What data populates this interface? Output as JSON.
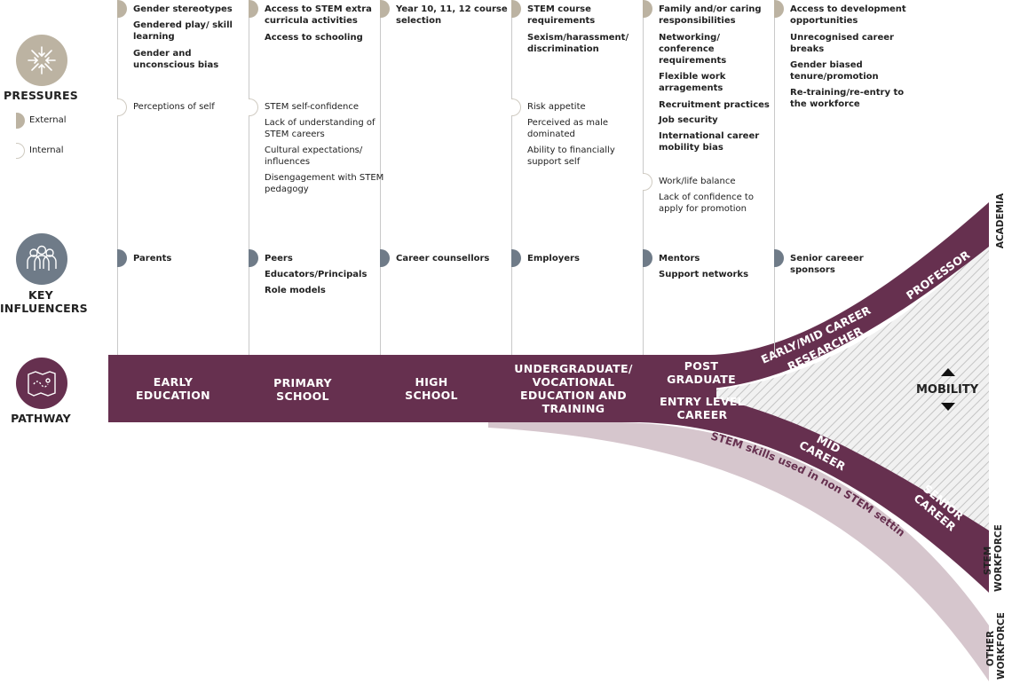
{
  "side": {
    "pressures": "PRESSURES",
    "legend_external": "External",
    "legend_internal": "Internal",
    "key_influencers": "KEY\nINFLUENCERS",
    "pathway": "PATHWAY"
  },
  "columns": [
    {
      "external": [
        "Gender stereotypes",
        "Gendered play/ skill learning",
        "Gender and unconscious bias"
      ],
      "internal": [
        "Perceptions of self"
      ],
      "influencers": [
        "Parents"
      ]
    },
    {
      "external": [
        "Access to STEM extra curricula activities",
        "Access to schooling"
      ],
      "internal": [
        "STEM self-confidence",
        "Lack of understanding of STEM careers",
        "Cultural expectations/ influences",
        "Disengagement with STEM pedagogy"
      ],
      "influencers": [
        "Peers",
        "Educators/Principals",
        "Role models"
      ]
    },
    {
      "external": [
        "Year 10, 11, 12 course selection"
      ],
      "internal": [],
      "influencers": [
        "Career counsellors"
      ]
    },
    {
      "external": [
        "STEM course requirements",
        "Sexism/harassment/ discrimination"
      ],
      "internal": [
        "Risk appetite",
        "Perceived as male dominated",
        "Ability to financially support self"
      ],
      "influencers": [
        "Employers"
      ]
    },
    {
      "external": [
        "Family and/or caring responsibilities",
        "Networking/ conference requirements",
        "Flexible work arragements",
        "Recruitment practices",
        "Job security",
        "International career mobility bias"
      ],
      "internal": [
        "Work/life balance",
        "Lack of confidence to apply for promotion"
      ],
      "influencers": [
        "Mentors",
        "Support networks"
      ]
    },
    {
      "external": [
        "Access to development opportunities",
        "Unrecognised career breaks",
        "Gender biased tenure/promotion",
        "Re-training/re-entry to the workforce"
      ],
      "internal": [],
      "influencers": [
        "Senior careeer sponsors"
      ]
    }
  ],
  "stages": [
    "EARLY EDUCATION",
    "PRIMARY SCHOOL",
    "HIGH SCHOOL",
    "UNDERGRADUATE/ VOCATIONAL EDUCATION AND TRAINING"
  ],
  "branches": {
    "post_graduate": "POST GRADUATE",
    "entry_level": "ENTRY LEVEL CAREER",
    "early_mid": "EARLY/MID CAREER RESEARCHER",
    "professor": "PROFESSOR",
    "mid_career": "MID CAREER",
    "senior_career": "SENIOR CAREER",
    "non_stem": "STEM skills used in non STEM setting",
    "mobility": "MOBILITY"
  },
  "outcomes": {
    "academia": "ACADEMIA",
    "stem_workforce": "STEM WORKFORCE",
    "other_workforce": "OTHER WORKFORCE"
  },
  "colors": {
    "pathway": "#66304f",
    "external": "#bcb3a2",
    "influencer": "#6f7b88",
    "non_stem": "#d6c6cd",
    "hatch": "#cfcfcf"
  },
  "icons": {
    "pressures": "compress-arrows-icon",
    "influencers": "people-group-icon",
    "pathway": "map-icon"
  }
}
